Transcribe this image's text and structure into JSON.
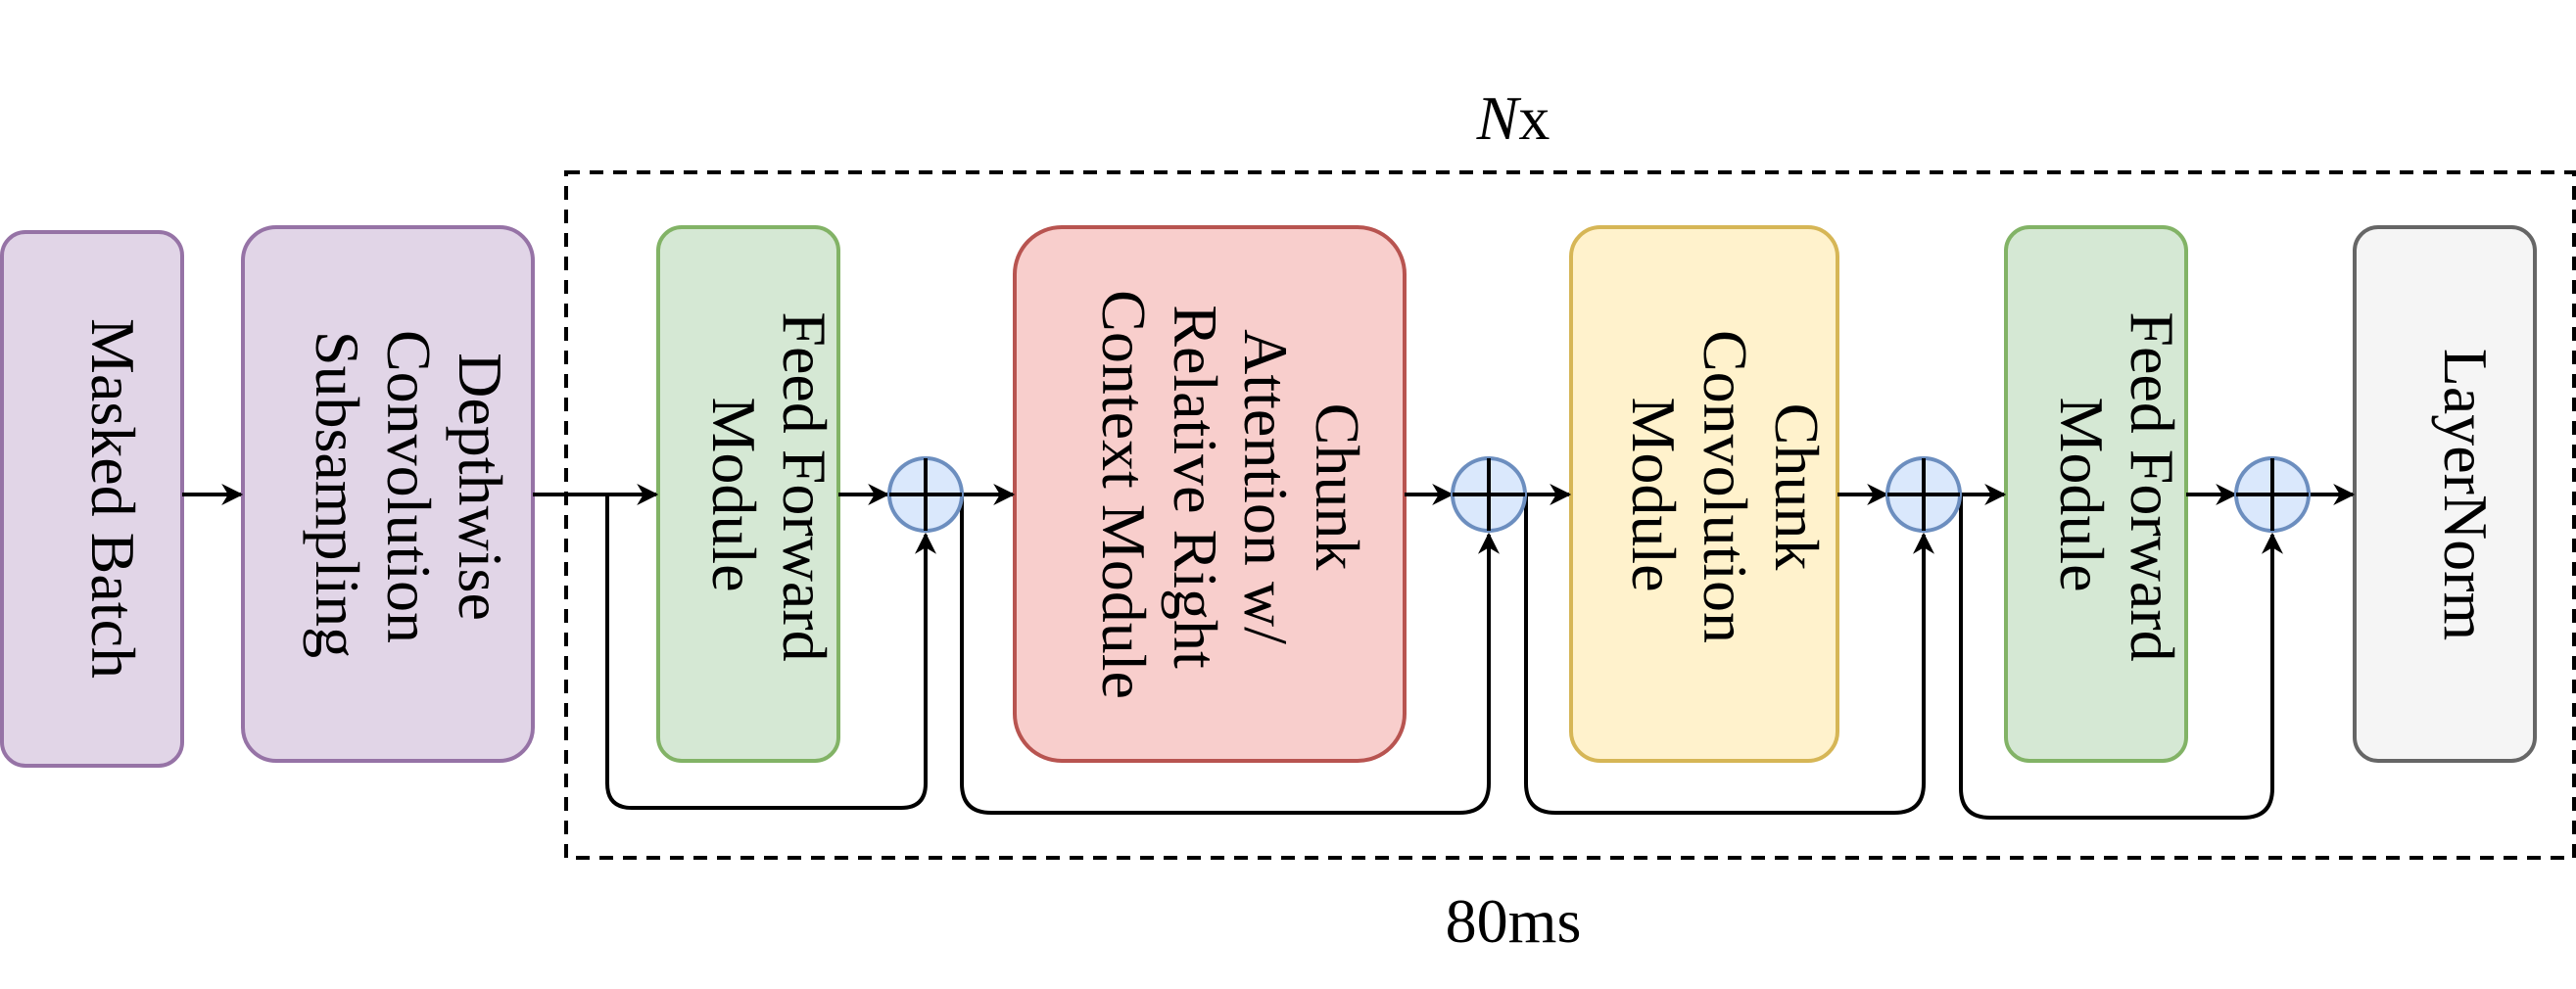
{
  "repeat_label": {
    "italic": "N",
    "suffix": "x"
  },
  "footer_label": "80ms",
  "blocks": [
    {
      "key": "masked-batch",
      "lines": [
        "Masked Batch"
      ],
      "fill": "#e1d5e7",
      "stroke": "#9673a6"
    },
    {
      "key": "depthwise-conv-subsampling",
      "lines": [
        "Depthwise",
        "Convolution",
        "Subsampling"
      ],
      "fill": "#e1d5e7",
      "stroke": "#9673a6"
    },
    {
      "key": "feed-forward-module-1",
      "lines": [
        "Feed Forward",
        "Module"
      ],
      "fill": "#d5e8d4",
      "stroke": "#82b366"
    },
    {
      "key": "chunk-attention-module",
      "lines": [
        "Chunk",
        "Attention w/",
        "Relative Right",
        "Context Module"
      ],
      "fill": "#f8cecc",
      "stroke": "#b85450"
    },
    {
      "key": "chunk-convolution-module",
      "lines": [
        "Chunk",
        "Convolution",
        "Module"
      ],
      "fill": "#fff2cc",
      "stroke": "#d6b656"
    },
    {
      "key": "feed-forward-module-2",
      "lines": [
        "Feed Forward",
        "Module"
      ],
      "fill": "#d5e8d4",
      "stroke": "#82b366"
    },
    {
      "key": "layernorm",
      "lines": [
        "LayerNorm"
      ],
      "fill": "#f5f5f5",
      "stroke": "#666666"
    }
  ],
  "adder": {
    "fill": "#dae8fc",
    "stroke": "#6c8ebf"
  }
}
